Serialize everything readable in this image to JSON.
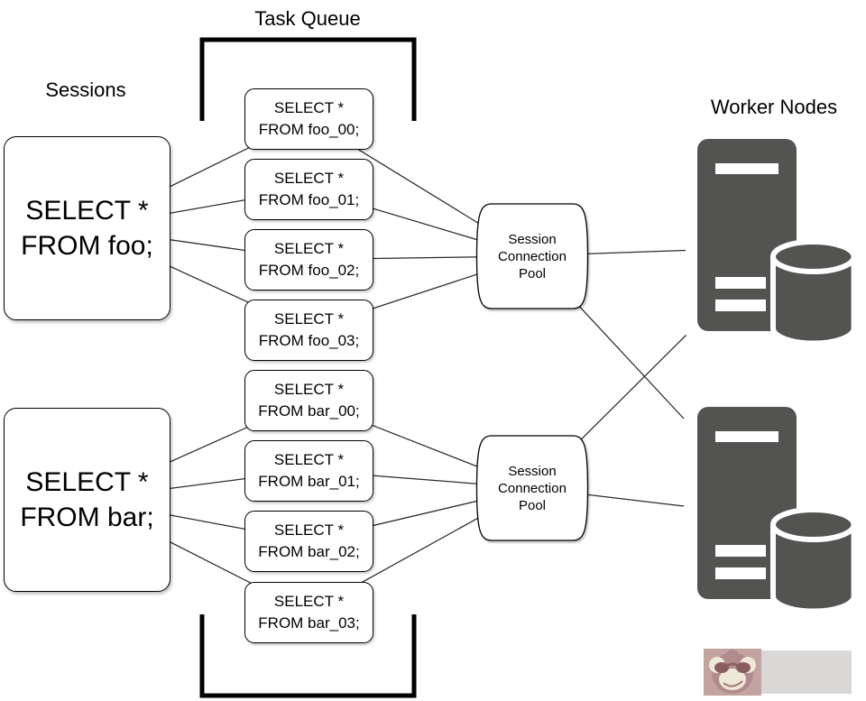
{
  "labels": {
    "sessions": "Sessions",
    "task_queue": "Task Queue",
    "worker_nodes": "Worker Nodes"
  },
  "sessions": [
    {
      "line1": "SELECT *",
      "line2": "FROM foo;"
    },
    {
      "line1": "SELECT *",
      "line2": "FROM bar;"
    }
  ],
  "tasks": [
    {
      "line1": "SELECT *",
      "line2": "FROM foo_00;"
    },
    {
      "line1": "SELECT *",
      "line2": "FROM foo_01;"
    },
    {
      "line1": "SELECT *",
      "line2": "FROM foo_02;"
    },
    {
      "line1": "SELECT *",
      "line2": "FROM foo_03;"
    },
    {
      "line1": "SELECT *",
      "line2": "FROM bar_00;"
    },
    {
      "line1": "SELECT *",
      "line2": "FROM bar_01;"
    },
    {
      "line1": "SELECT *",
      "line2": "FROM bar_02;"
    },
    {
      "line1": "SELECT *",
      "line2": "FROM bar_03;"
    }
  ],
  "pools": [
    {
      "line1": "Session",
      "line2": "Connection",
      "line3": "Pool"
    },
    {
      "line1": "Session",
      "line2": "Connection",
      "line3": "Pool"
    }
  ],
  "icons": {
    "worker_node": "server-with-database-icon",
    "watermark": "monkey-face-watermark"
  },
  "colors": {
    "server_gray": "#535351",
    "connector": "#2b2b2b",
    "bracket": "#000000",
    "watermark_square": "#c2a3a0",
    "watermark_bar": "#dad8d6"
  }
}
